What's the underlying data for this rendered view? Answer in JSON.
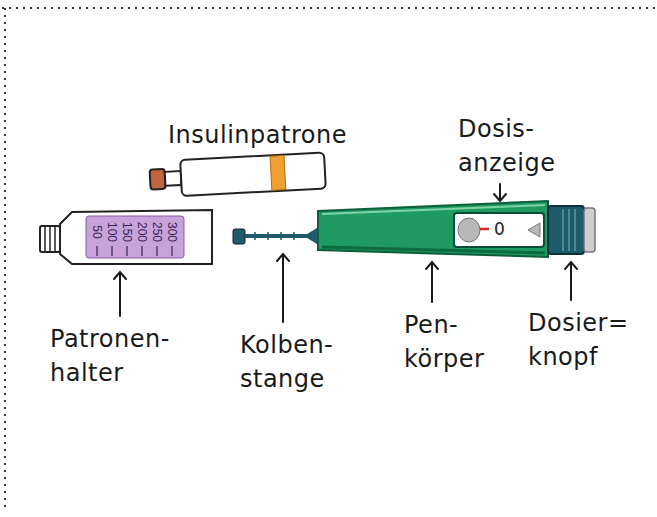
{
  "diagram": {
    "labels": [
      "Insulinpatrone",
      "Dosis- anzeige",
      "300",
      "250",
      "200",
      "150",
      "100",
      "50",
      "0",
      "Patronen- halter",
      "Kolben- stange",
      "Pen- körper",
      "Dosier= knopf"
    ]
  }
}
